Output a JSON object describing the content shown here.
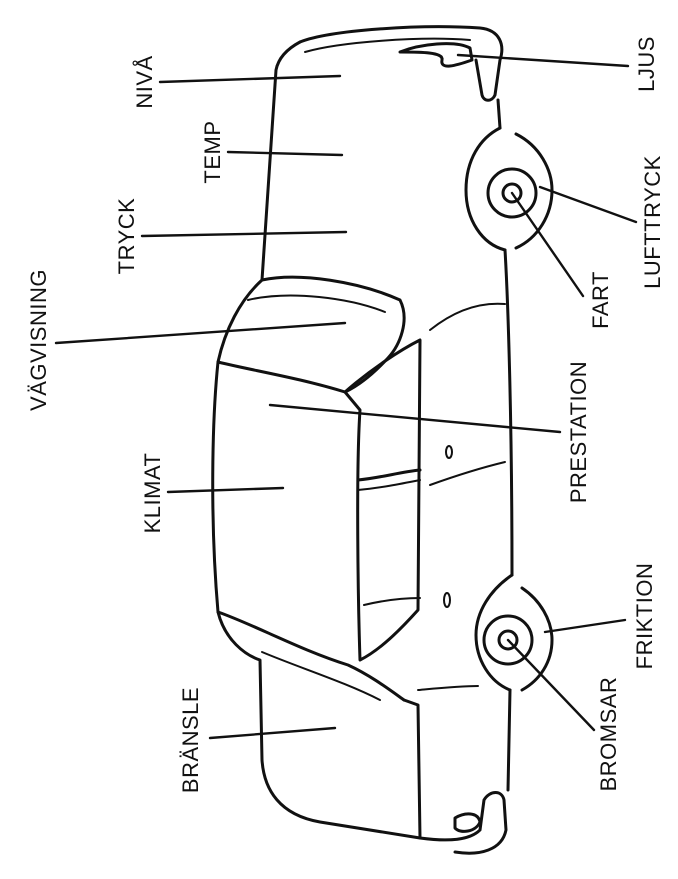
{
  "diagram": {
    "line_color": "#111111",
    "background": "#ffffff",
    "labels": {
      "niva": "NIVÅ",
      "temp": "TEMP",
      "tryck": "TRYCK",
      "vagvisning": "VÄGVISNING",
      "klimat": "KLIMAT",
      "bransle": "BRÄNSLE",
      "ljus": "LJUS",
      "lufttryck": "LUFTTRYCK",
      "fart": "FART",
      "prestation": "PRESTATION",
      "friktion": "FRIKTION",
      "bromsar": "BROMSAR"
    }
  }
}
